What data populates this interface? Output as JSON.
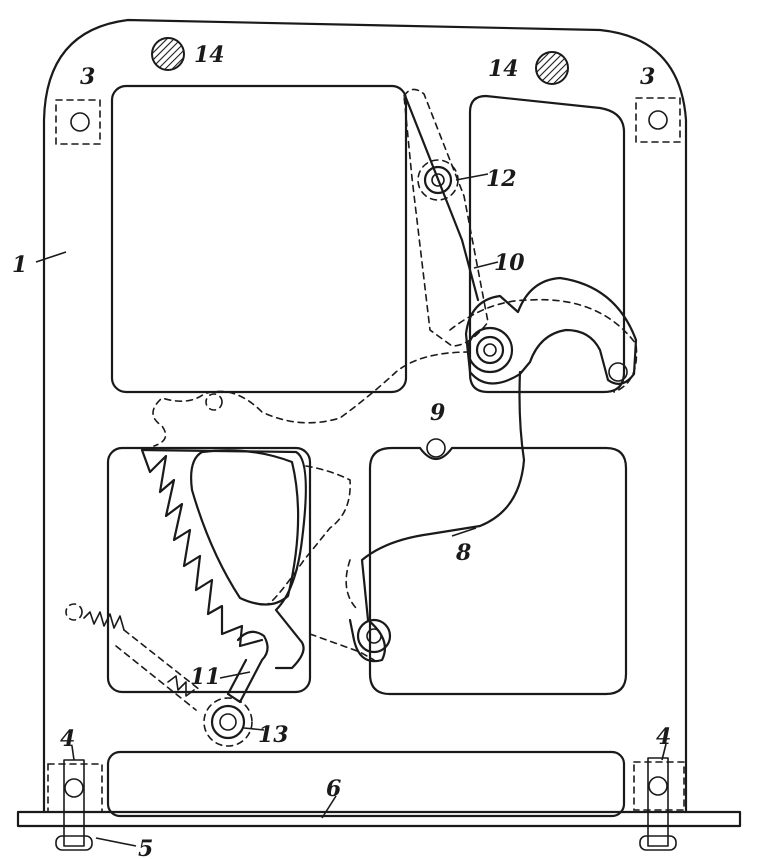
{
  "labels": {
    "frame": "1",
    "mount_left": "3",
    "mount_right": "3",
    "foot_left": "4",
    "foot_right": "4",
    "screw": "5",
    "base_plate": "6",
    "lever": "8",
    "pivot": "9",
    "latch": "10",
    "pawl": "11",
    "pin_upper": "12",
    "pin_lower": "13",
    "stud_left": "14",
    "stud_right": "14"
  },
  "colors": {
    "ink": "#1a1a1a",
    "paper": "#ffffff",
    "hatch": "#1a1a1a"
  }
}
